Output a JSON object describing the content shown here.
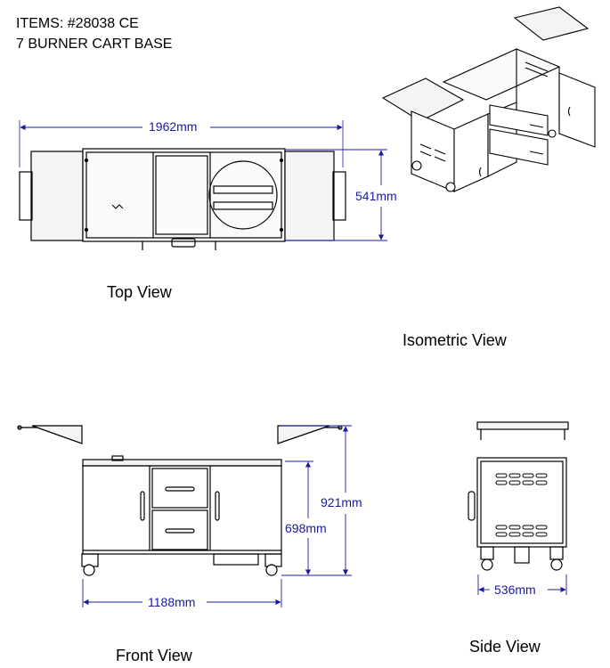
{
  "header": {
    "items_line": "ITEMS: #28038 CE",
    "product_line": "7 BURNER CART BASE"
  },
  "views": {
    "top": "Top View",
    "isometric": "Isometric View",
    "front": "Front View",
    "side": "Side View"
  },
  "dimensions": {
    "overall_length": "1962mm",
    "depth": "541mm",
    "total_height": "921mm",
    "body_height": "698mm",
    "body_width": "1188mm",
    "side_width": "536mm"
  },
  "colors": {
    "line": "#000000",
    "dimension": "#1a1aa0",
    "panel_fill": "#f4f4f4"
  }
}
